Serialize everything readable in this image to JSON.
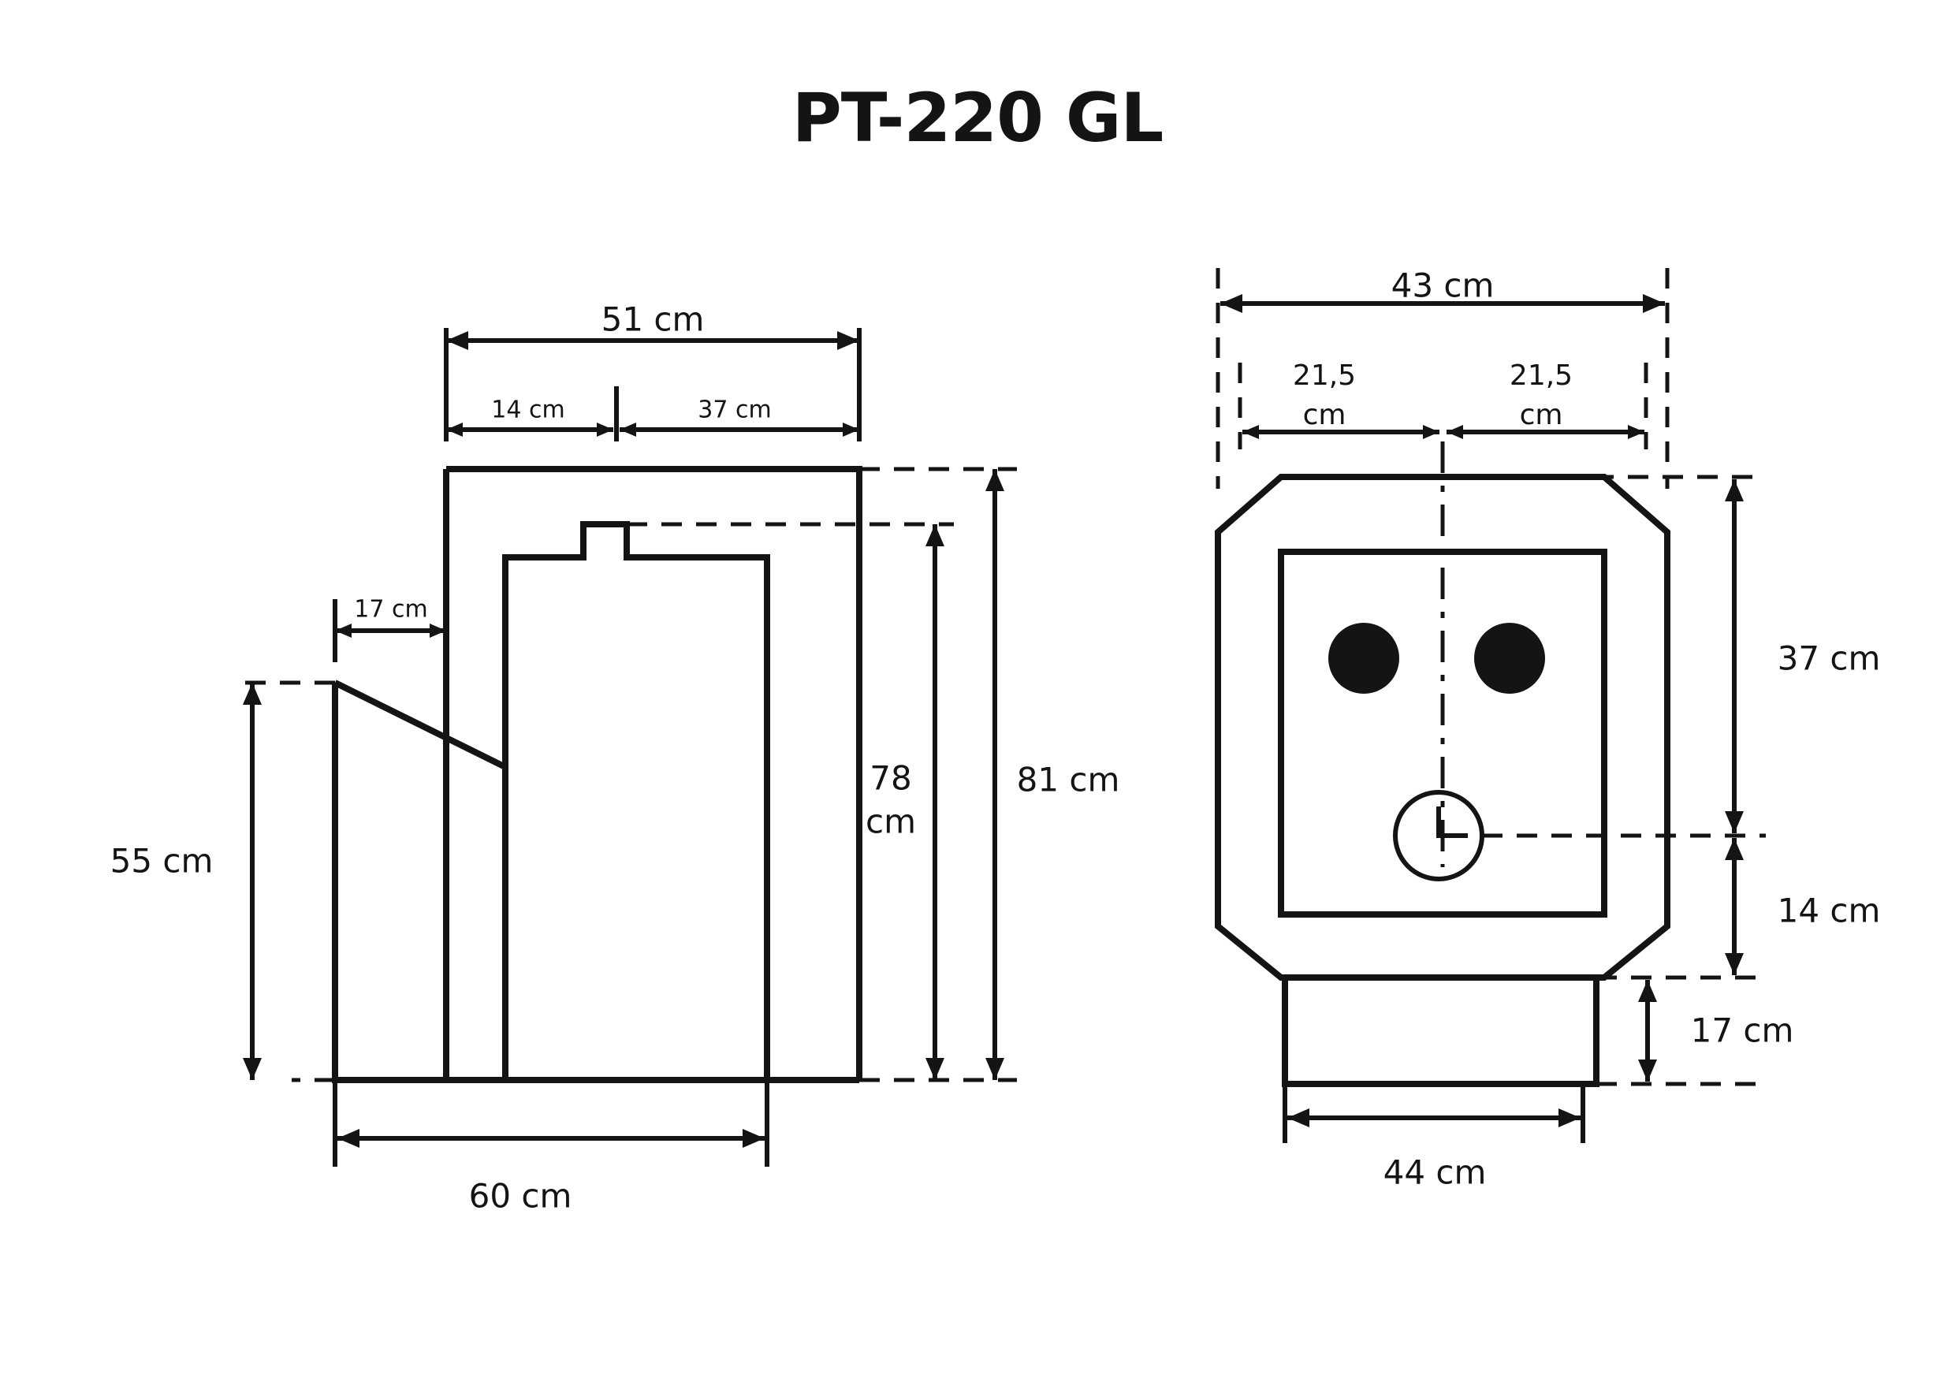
{
  "title": "PT-220 GL",
  "diagram": {
    "side_view": {
      "name": "side-view",
      "dimensions": {
        "top_total": "51 cm",
        "top_left": "14 cm",
        "top_right": "37 cm",
        "left_offset": "17 cm",
        "height_inner": "78\ncm",
        "height_inner_line1": "78",
        "height_inner_line2": "cm",
        "height_outer": "81 cm",
        "height_left": "55 cm",
        "width_bottom": "60 cm"
      }
    },
    "front_view": {
      "name": "front-view",
      "dimensions": {
        "top_total": "43 cm",
        "half_left_line1": "21,5",
        "half_left_line2": "cm",
        "half_right_line1": "21,5",
        "half_right_line2": "cm",
        "height_upper": "37 cm",
        "height_mid": "14 cm",
        "height_base": "17 cm",
        "width_base": "44 cm"
      }
    }
  }
}
